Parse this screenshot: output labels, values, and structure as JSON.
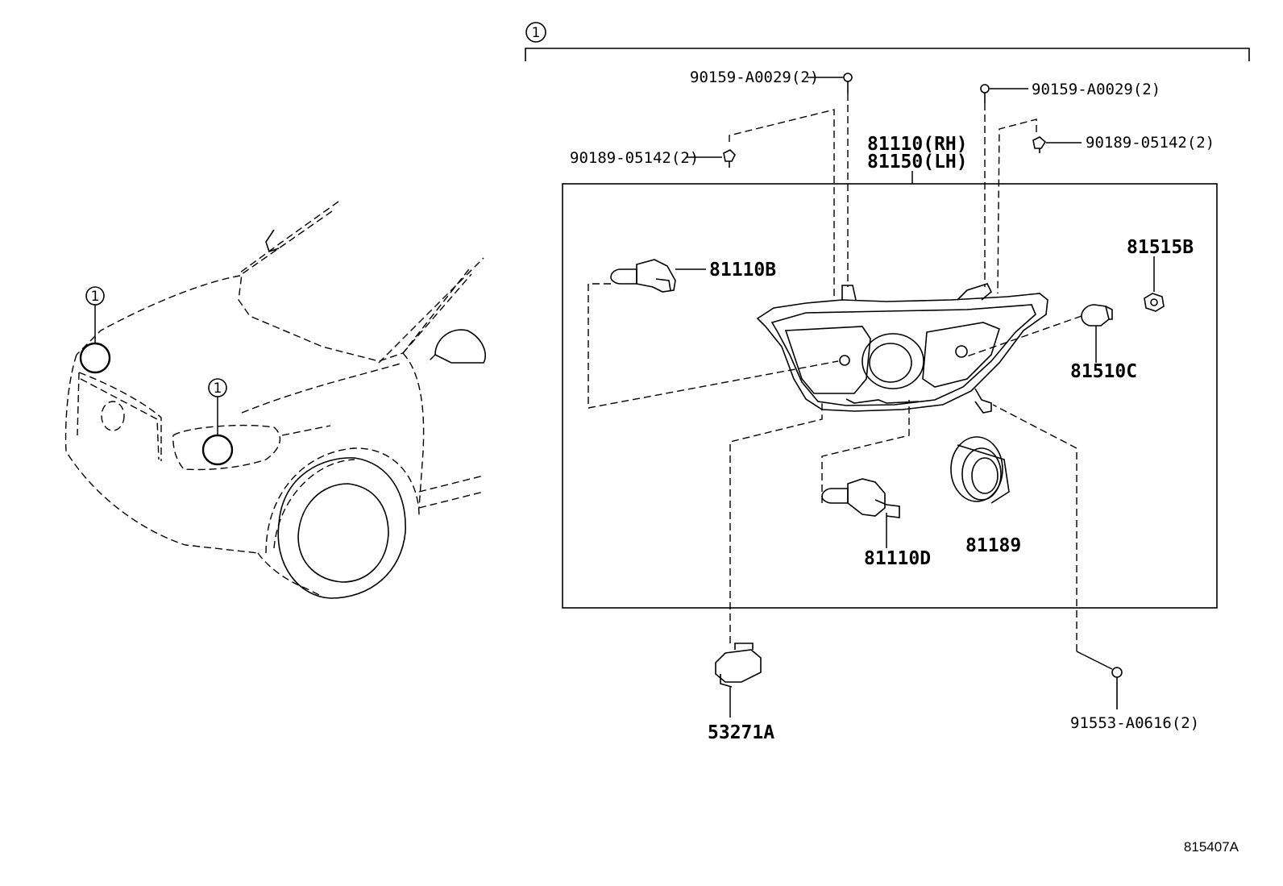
{
  "callout": "1",
  "parts": {
    "bolt_top_left": "90159-A0029(2)",
    "bolt_top_right": "90159-A0029(2)",
    "clip_left": "90189-05142(2)",
    "clip_right": "90189-05142(2)",
    "headlamp_rh": "81110(RH)",
    "headlamp_lh": "81150(LH)",
    "bulb_b": "81110B",
    "socket_b": "81515B",
    "bulb_c": "81510C",
    "bulb_d": "81110D",
    "cover": "81189",
    "connector": "53271A",
    "screw": "91553-A0616(2)"
  },
  "diagram_id": "815407A"
}
